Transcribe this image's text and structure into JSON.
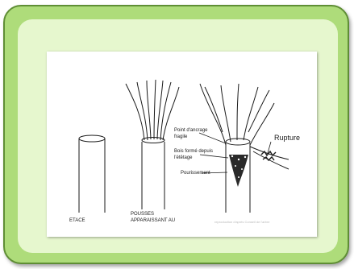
{
  "stages": {
    "stage1": "ETACE",
    "stage2": "POUSSES\nAPPARAISSANT AU",
    "credit": "reproduction d'après Conseil de l'arbre"
  },
  "labels": {
    "anchor": "Point d'ancrage\nfragile",
    "wood": "Bois formé depuis\nl'étêtage",
    "rot": "Pourissement",
    "rupture": "Rupture"
  },
  "colors": {
    "frame_outer": "#aedc7a",
    "frame_inner": "#e6f7ce",
    "ink": "#1a1a1a"
  }
}
